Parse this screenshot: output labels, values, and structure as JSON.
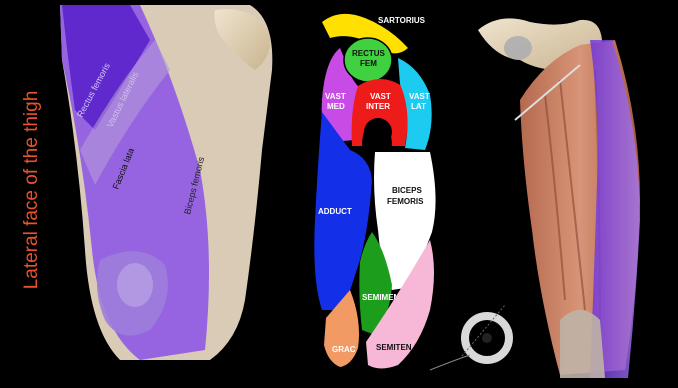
{
  "side_title": "Lateral face of the thigh",
  "colors": {
    "title": "#e8532b",
    "sartorius": "#ffe000",
    "rectus_fem": "#3fd13f",
    "vast_med": "#c94be6",
    "vast_inter": "#ee1b1b",
    "vast_lat": "#1ecbf0",
    "adduct": "#1330e8",
    "biceps_femoris": "#ffffff",
    "semimem": "#1c9e1c",
    "grac": "#f29a64",
    "semiten": "#f7b7d6"
  },
  "left_labels": {
    "rectus_femoris": "Rectus femoris",
    "vastus_lateralis": "Vastus lateralis",
    "fascia_lata": "Fascia lata",
    "biceps_femoris": "Biceps femoris"
  },
  "cross_section": {
    "sartorius": "SARTORIUS",
    "rectus_line1": "RECTUS",
    "rectus_line2": "FEM",
    "vast_med_line1": "VAST",
    "vast_med_line2": "MED",
    "vast_inter_line1": "VAST",
    "vast_inter_line2": "INTER",
    "vast_lat_line1": "VAST",
    "vast_lat_line2": "LAT",
    "adduct": "ADDUCT",
    "biceps_line1": "BICEPS",
    "biceps_line2": "FEMORIS",
    "semimem": "SEMIMEM",
    "grac": "GRAC",
    "semiten": "SEMITEN"
  }
}
